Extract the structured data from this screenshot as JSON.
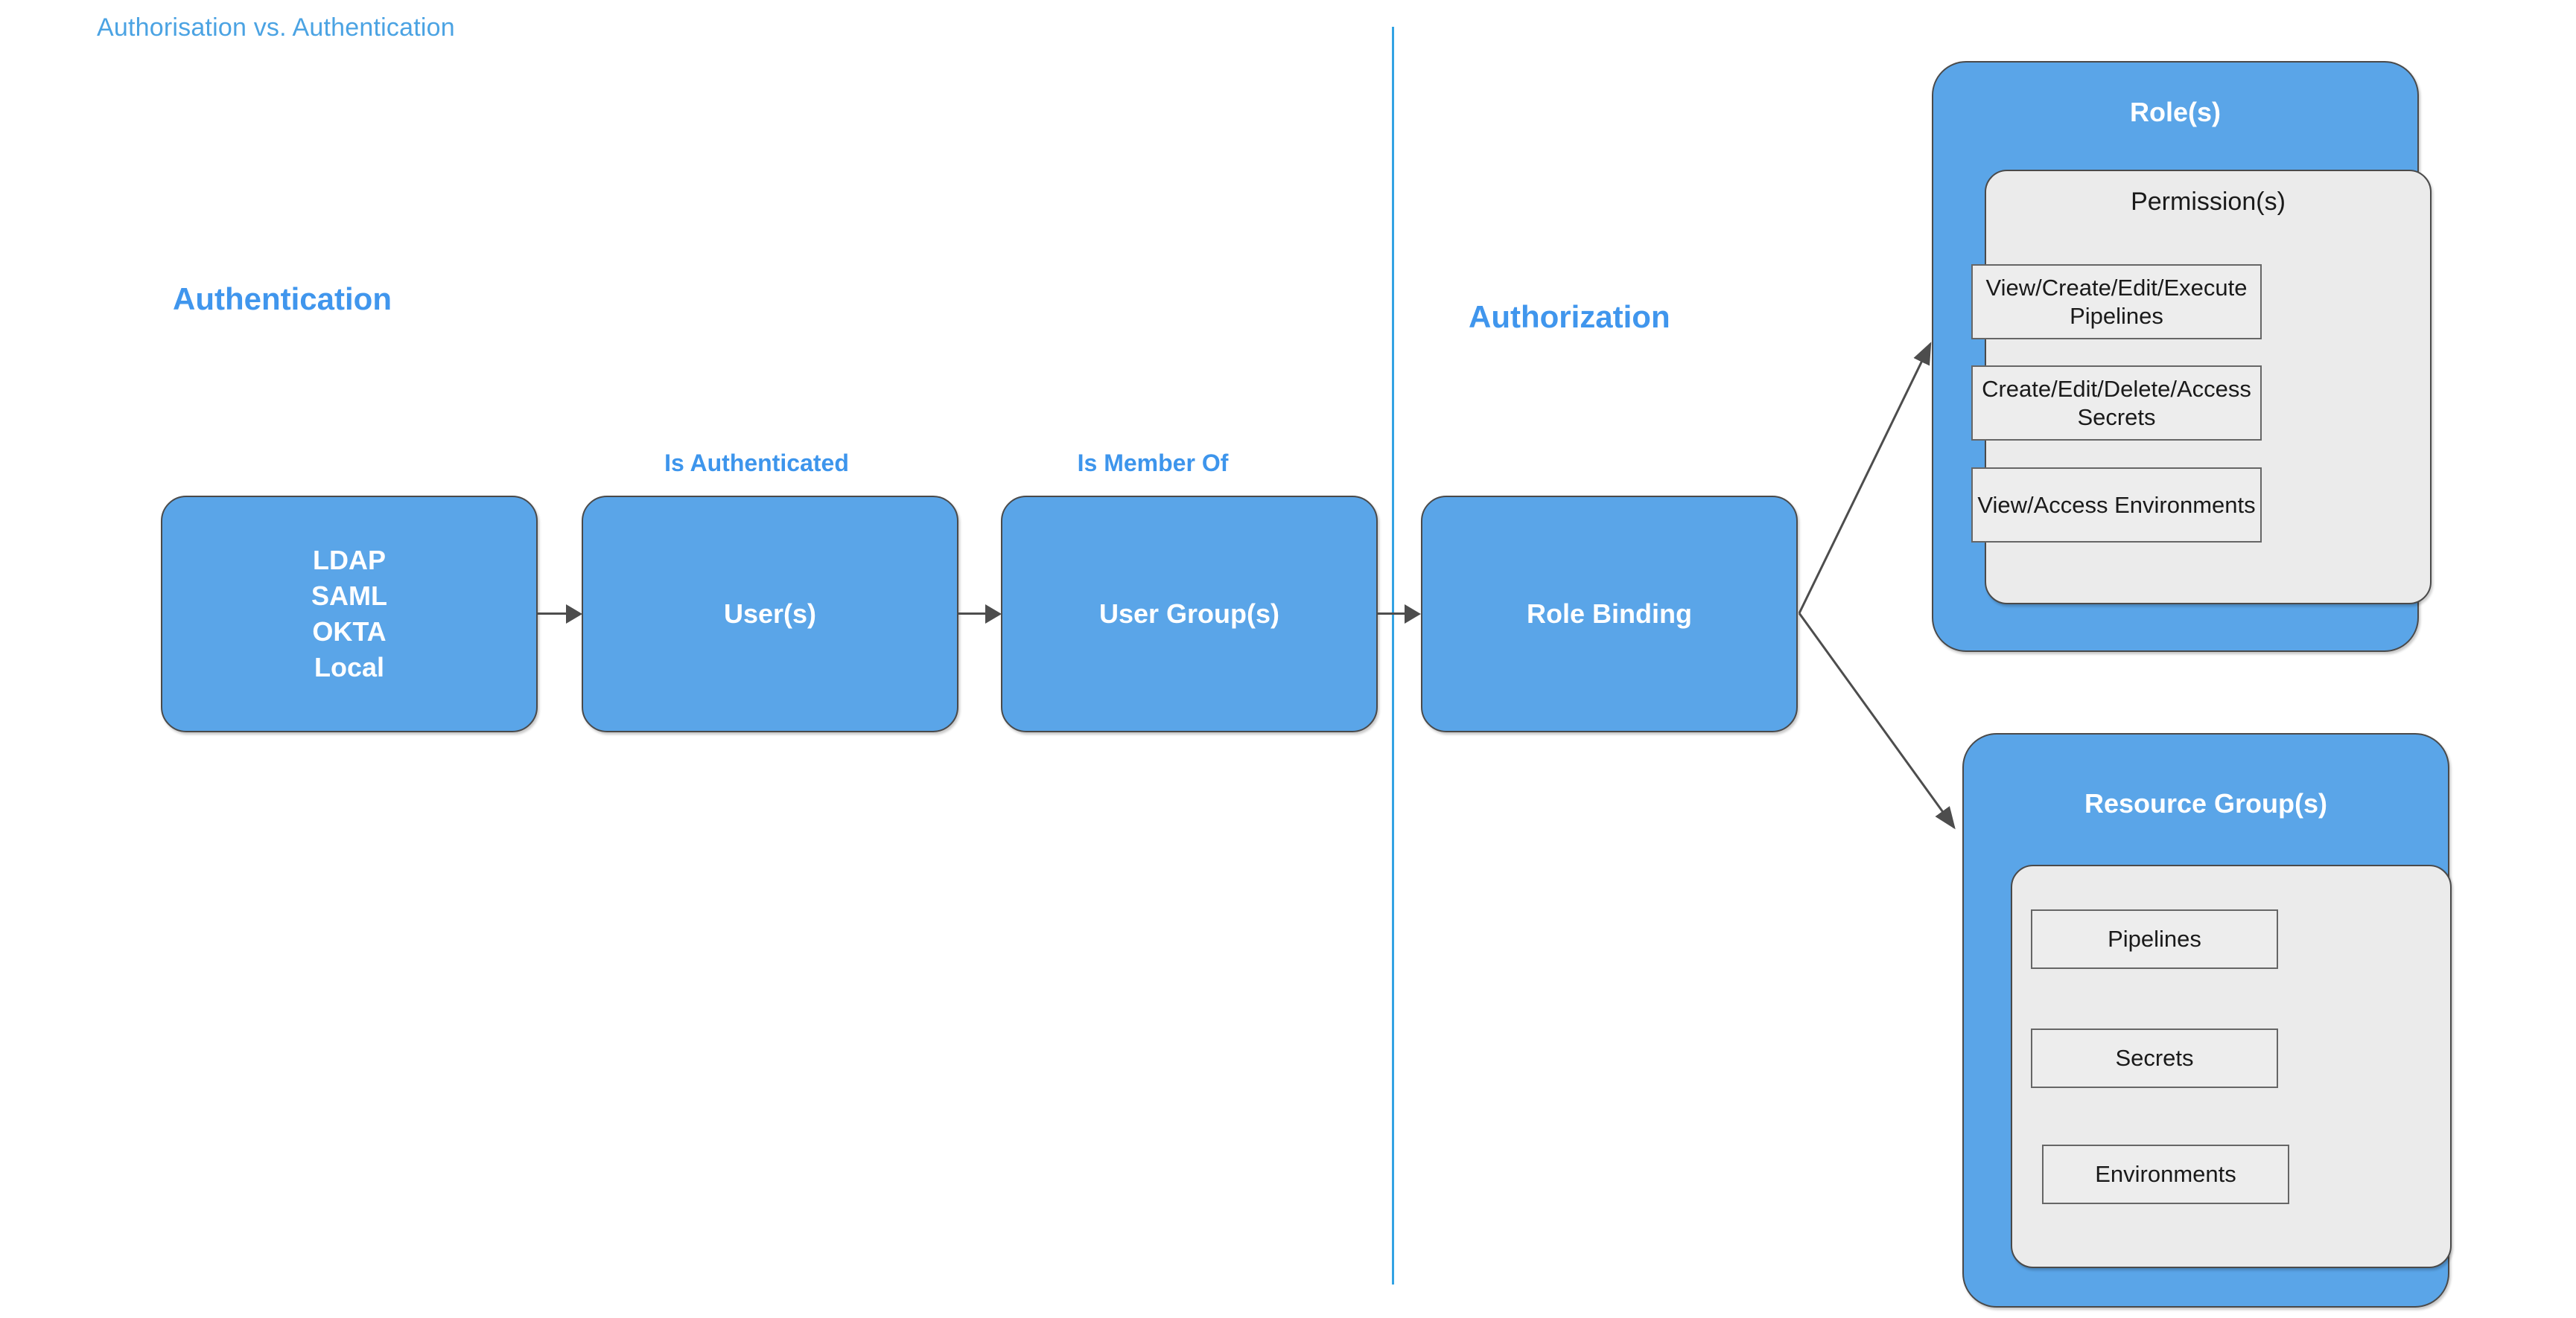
{
  "title": "Authorisation vs. Authentication",
  "colors": {
    "accent_blue": "#5AA5E8",
    "heading_blue": "#4096ED",
    "title_blue": "#4BA3E3",
    "divider_blue": "#33A3E3",
    "panel_gray": "#EBEBEB",
    "item_gray": "#EDEDED",
    "border_gray": "#4a4a4a",
    "text_white": "#FFFFFF",
    "text_dark": "#1a1a1a"
  },
  "sections": {
    "authentication": {
      "heading": "Authentication"
    },
    "authorization": {
      "heading": "Authorization"
    }
  },
  "captions": {
    "is_authenticated": "Is Authenticated",
    "is_member_of": "Is Member Of"
  },
  "flow": {
    "identity_providers": {
      "label": "LDAP\nSAML\nOKTA\nLocal",
      "items": [
        "LDAP",
        "SAML",
        "OKTA",
        "Local"
      ]
    },
    "users": {
      "label": "User(s)"
    },
    "user_groups": {
      "label": "User Group(s)"
    },
    "role_binding": {
      "label": "Role Binding"
    }
  },
  "roles_panel": {
    "title": "Role(s)",
    "inner_heading": "Permission(s)",
    "permissions": [
      "View/Create/Edit/Execute Pipelines",
      "Create/Edit/Delete/Access Secrets",
      "View/Access Environments"
    ]
  },
  "resource_groups_panel": {
    "title": "Resource Group(s)",
    "resources": [
      "Pipelines",
      "Secrets",
      "Environments"
    ]
  }
}
